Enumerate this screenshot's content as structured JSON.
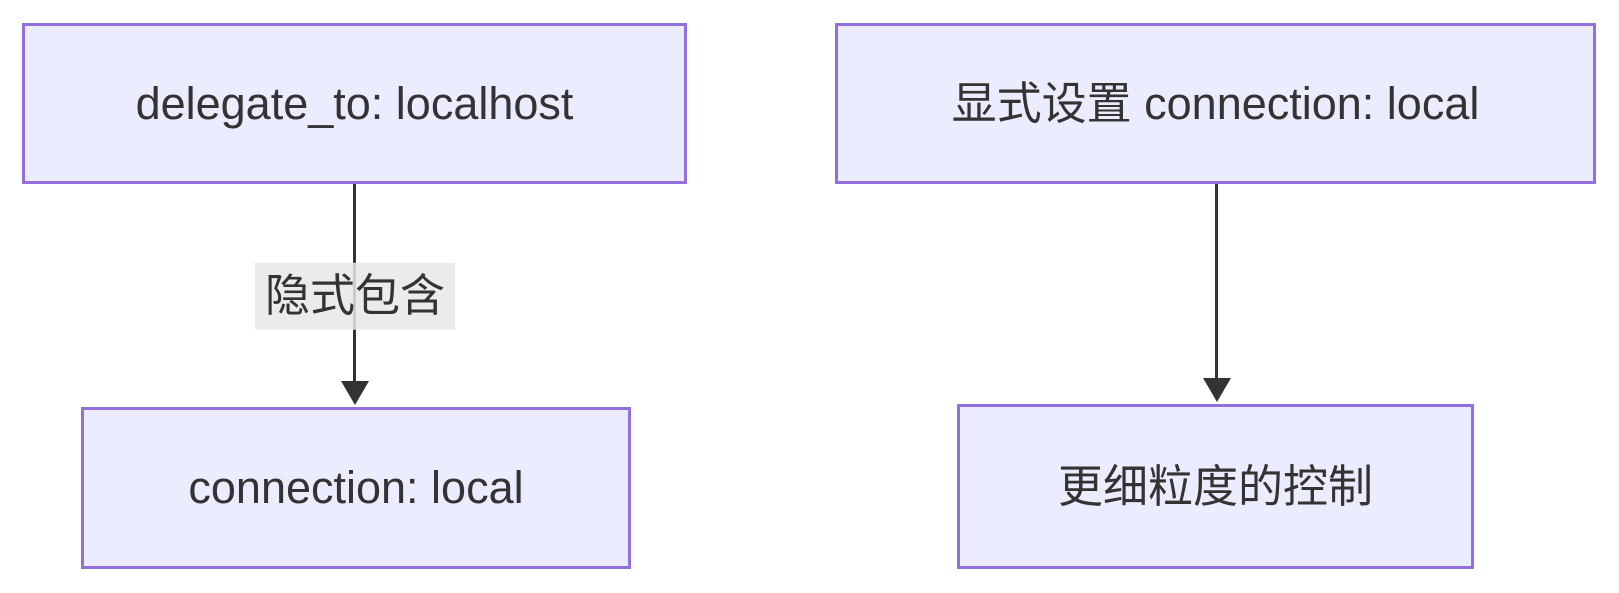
{
  "diagram": {
    "type": "flowchart",
    "direction": "top-down",
    "colors": {
      "background": "#ffffff",
      "node_fill": "#ececff",
      "node_border": "#9370db",
      "text": "#333333",
      "edge": "#333333",
      "edge_label_bg": "#e8e8e8"
    },
    "flows": [
      {
        "source": "delegate_to: localhost",
        "edge_label": "隐式包含",
        "target": "connection: local"
      },
      {
        "source": "显式设置 connection: local",
        "edge_label": "",
        "target": "更细粒度的控制"
      }
    ]
  }
}
